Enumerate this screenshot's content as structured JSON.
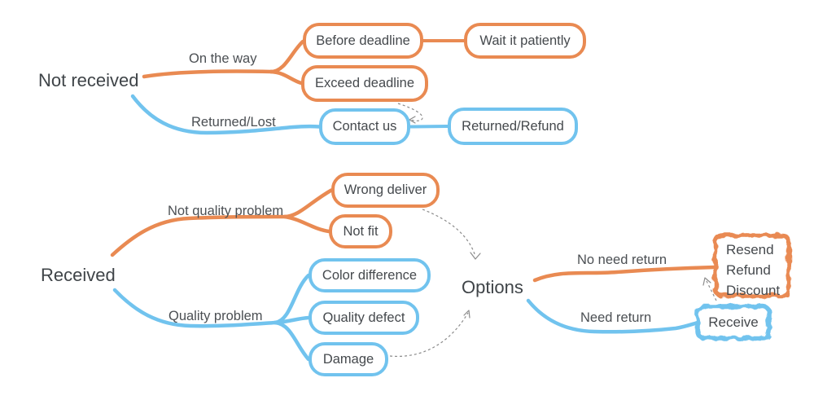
{
  "colors": {
    "orange": "#E98A52",
    "blue": "#71C3EE",
    "text_dark": "#3F4448",
    "text_gray": "#4B4F53",
    "arrow_gray": "#8C8C8C"
  },
  "diagram": {
    "tree_not_received": {
      "root": "Not received",
      "branch_on_the_way": {
        "label": "On the way",
        "node_before_deadline": "Before deadline",
        "node_wait_it_patiently": "Wait it patiently",
        "node_exceed_deadline": "Exceed deadline"
      },
      "branch_returned_lost": {
        "label": "Returned/Lost",
        "node_contact_us": "Contact us",
        "node_returned_refund": "Returned/Refund"
      }
    },
    "tree_received": {
      "root": "Received",
      "branch_not_quality": {
        "label": "Not quality problem",
        "node_wrong_deliver": "Wrong deliver",
        "node_not_fit": "Not fit"
      },
      "branch_quality": {
        "label": "Quality problem",
        "node_color_difference": "Color difference",
        "node_quality_defect": "Quality defect",
        "node_damage": "Damage"
      }
    },
    "tree_options": {
      "root": "Options",
      "branch_no_need_return": {
        "label": "No need return",
        "node_lines": [
          "Resend",
          "Refund",
          "Discount"
        ]
      },
      "branch_need_return": {
        "label": "Need return",
        "node_receive": "Receive"
      }
    }
  }
}
